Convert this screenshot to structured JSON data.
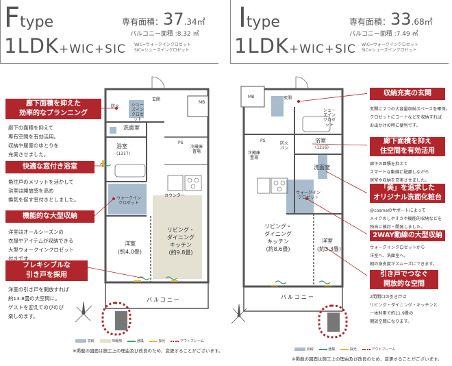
{
  "plan_f": {
    "type_letter": "F",
    "type_word": "type",
    "layout_main": "1LDK",
    "layout_sub": "+WIC+SIC",
    "area_label": "専有面積：",
    "area_int": "37",
    "area_dec": ".34",
    "area_unit": "㎡",
    "balcony": "バルコニー面積 :8.32 ㎡",
    "wic_note": "WIC=ウォークインクロゼット",
    "sic_note": "SIC=シューズインクロゼット",
    "callouts": [
      {
        "title1": "廊下面積を抑えた",
        "title2": "効率的なプランニング",
        "desc": [
          "廊下の面積を抑えて",
          "専有空間を有効活用。",
          "収納や居室のゆとりを",
          "充実させました。"
        ]
      },
      {
        "title1": "快適な窓付き浴室",
        "title2": "",
        "desc": [
          "角住戸のメリットを活かして",
          "浴室は開放感を高め",
          "換気を促す窓付きとしました。"
        ]
      },
      {
        "title1": "機能的な大型収納",
        "title2": "",
        "desc": [
          "洋室はオールシーズンの",
          "衣服やアイテムが収納できる",
          "大型ウォークインクロゼット",
          "付きです。"
        ]
      },
      {
        "title1": "フレキシブルな",
        "title2": "引き戸を採用",
        "desc": [
          "洋室の引き戸を開放すれば",
          "約13.8畳の大空間に。",
          "ゲストを迎えてのびのび",
          "楽しめます。"
        ]
      }
    ],
    "rooms": {
      "entrance": "玄関",
      "mb": "MB",
      "shoe": "シューズイン クロゼット",
      "washroom": "洗面室",
      "bath": "浴室",
      "bath_size": "(1317)",
      "ps": "PS",
      "fridge": "冷蔵庫 置場",
      "wic": "ウォークイン クロゼット",
      "western": "洋室",
      "western_size": "(約4.0畳)",
      "ldk1": "リビング・",
      "ldk2": "ダイニング",
      "ldk3": "キッチン",
      "ldk_size": "(約9.8畳)",
      "balcony": "バルコニー",
      "wash": "洗",
      "counter": "カウンター",
      "storage": "収納",
      "fire": "防火"
    }
  },
  "plan_i": {
    "type_letter": "I",
    "type_word": "type",
    "layout_main": "1LDK",
    "layout_sub": "+WIC+SIC",
    "area_label": "専有面積：",
    "area_int": "33",
    "area_dec": ".68",
    "area_unit": "㎡",
    "balcony": "バルコニー面積 :7.49 ㎡",
    "wic_note": "WIC=ウォークインクロゼット",
    "sic_note": "SIC=シューズインクロゼット",
    "callouts": [
      {
        "title1": "収納充実の玄関",
        "title2": "",
        "desc": [
          "玄関に２つの大容量収納スペースを確保。",
          "クロゼットにコートなどを収納すれば",
          "お出かけの時に便利です。"
        ]
      },
      {
        "title1": "廊下面積を抑え",
        "title2": "住空間を有効活用",
        "desc": [
          "廊下の面積を抑えて",
          "スマートな動線に配慮しながら",
          "居室や収納を充実させました。"
        ]
      },
      {
        "title1": "「美」を追求した",
        "title2": "オリジナル洗面化粧台",
        "desc": [
          "@cosmeのサポートによって",
          "メイクのしやすさや機能的収納などを",
          "独自に検討・開発しました。"
        ]
      },
      {
        "title1": "2WAY動線の大型収納",
        "title2": "",
        "desc": [
          "ウォークインクロゼットから",
          "洋室へ、洗面室へ。",
          "朝の身支度がスムーズにできます。"
        ]
      },
      {
        "title1": "引き戸でつなぐ",
        "title2": "開放的な空間",
        "desc": [
          "2間開口の引き戸は",
          "リビング・ダイニング・キッチンと",
          "一体利用で約11.9畳の",
          "開放空間になります。"
        ]
      }
    ],
    "rooms": {
      "mb": "MB",
      "entrance": "玄関",
      "shoe": "シューズイン クロゼット",
      "ps": "PS",
      "fire": "防火 パン",
      "fridge": "冷蔵庫 置場",
      "bath": "浴室",
      "bath_size": "(1216)",
      "washroom": "洗面室",
      "wic": "ウォークイン クロゼット",
      "ldk1": "リビング・",
      "ldk2": "ダイニング",
      "ldk3": "キッチン",
      "ldk_size": "(約8.6畳)",
      "western": "洋室",
      "western_size": "(約3.3畳)",
      "balcony": "バルコニー"
    }
  },
  "legend_f": [
    "収納",
    "床暖房",
    "通風",
    "採光",
    "アウトフレーム"
  ],
  "legend_i": [
    "収納",
    "通風",
    "採光",
    "アウトフレーム"
  ],
  "footnote": "※掲載の図面は施工上の理由及び改良のため、変更することがございます。",
  "colors": {
    "accent": "#b1262c",
    "storage": "#a9bccd",
    "floorheat": "#e4e0d2",
    "wall": "#555555"
  }
}
